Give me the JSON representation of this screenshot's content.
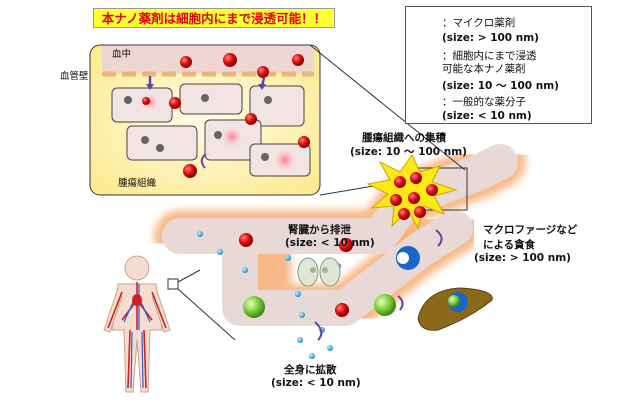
{
  "title": "本ナノ薬剤は細胞内にまで浸透可能！！",
  "inset": {
    "blood_label": "血中",
    "vessel_wall_label": "血管壁",
    "tumor_tissue_label": "腫瘍組織"
  },
  "legend": {
    "items": [
      {
        "lines": [
          "：マイクロ薬剤"
        ],
        "size": "(size: > 100 nm)",
        "color": "#7ccf3c",
        "icon": "green-sphere-icon"
      },
      {
        "lines": [
          "：細胞内にまで浸透",
          "  可能な本ナノ薬剤"
        ],
        "size": "(size: 10 〜 100 nm)",
        "color": "#e01010",
        "icon": "red-sphere-icon"
      },
      {
        "lines": [
          "：一般的な薬分子"
        ],
        "size": "(size: < 10 nm)",
        "color": "#29a9e0",
        "icon": "blue-dot-icon"
      }
    ]
  },
  "annotations": {
    "tumor_accumulation": {
      "text": "腫瘍組織への集積",
      "size": "(size: 10 〜 100 nm)"
    },
    "kidney": {
      "text": "腎臓から排泄",
      "size": "(size: < 10 nm)"
    },
    "macrophage": {
      "text1": "マクロファージなど",
      "text2": "による貪食",
      "size": "(size: > 100 nm)"
    },
    "diffusion": {
      "text": "全身に拡散",
      "size": "(size: < 10 nm)"
    }
  },
  "colors": {
    "banner_bg": "#ffff33",
    "banner_text": "#e60012",
    "vessel_glow": "#f7b27a",
    "vessel_fill": "#e8d8d6",
    "inset_bg": "#fff6c8"
  }
}
